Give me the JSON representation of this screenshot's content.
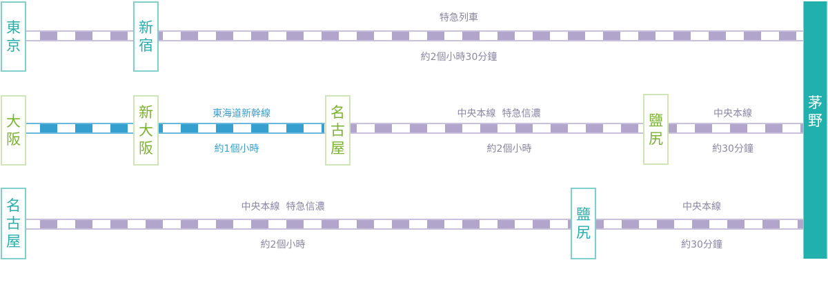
{
  "colors": {
    "purple_block": "#b1a5cc",
    "purple_border": "#c9c0dd",
    "blue_block": "#359fd0",
    "blue_border": "#6ab8de",
    "teal": "#22b0ad",
    "teal_border": "#7fcfcb",
    "green_text": "#7ab32e",
    "green_border": "#cfe5b5"
  },
  "terminal": {
    "name": "茅野",
    "chars": [
      "茅",
      "野"
    ]
  },
  "routes": [
    {
      "stations": [
        {
          "name": "東京",
          "chars": [
            "東",
            "京"
          ],
          "style": "teal"
        },
        {
          "name": "新宿",
          "chars": [
            "新",
            "宿"
          ],
          "style": "teal"
        }
      ],
      "segments": [
        {
          "line": "特急列車",
          "duration": "約2個小時30分鐘",
          "color": "purple"
        }
      ]
    },
    {
      "stations": [
        {
          "name": "大阪",
          "chars": [
            "大",
            "阪"
          ],
          "style": "green"
        },
        {
          "name": "新大阪",
          "chars": [
            "新",
            "大",
            "阪"
          ],
          "style": "green"
        },
        {
          "name": "名古屋",
          "chars": [
            "名",
            "古",
            "屋"
          ],
          "style": "green"
        },
        {
          "name": "鹽尻",
          "chars": [
            "鹽",
            "尻"
          ],
          "style": "green"
        }
      ],
      "segments": [
        {
          "line": "東海道新幹線",
          "duration": "約1個小時",
          "color": "blue"
        },
        {
          "line": "中央本線  特急信濃",
          "duration": "約2個小時",
          "color": "purple"
        },
        {
          "line": "中央本線",
          "duration": "約30分鐘",
          "color": "purple"
        }
      ]
    },
    {
      "stations": [
        {
          "name": "名古屋",
          "chars": [
            "名",
            "古",
            "屋"
          ],
          "style": "teal"
        },
        {
          "name": "鹽尻",
          "chars": [
            "鹽",
            "尻"
          ],
          "style": "teal"
        }
      ],
      "segments": [
        {
          "line": "中央本線  特急信濃",
          "duration": "約2個小時",
          "color": "purple"
        },
        {
          "line": "中央本線",
          "duration": "約30分鐘",
          "color": "purple"
        }
      ]
    }
  ]
}
